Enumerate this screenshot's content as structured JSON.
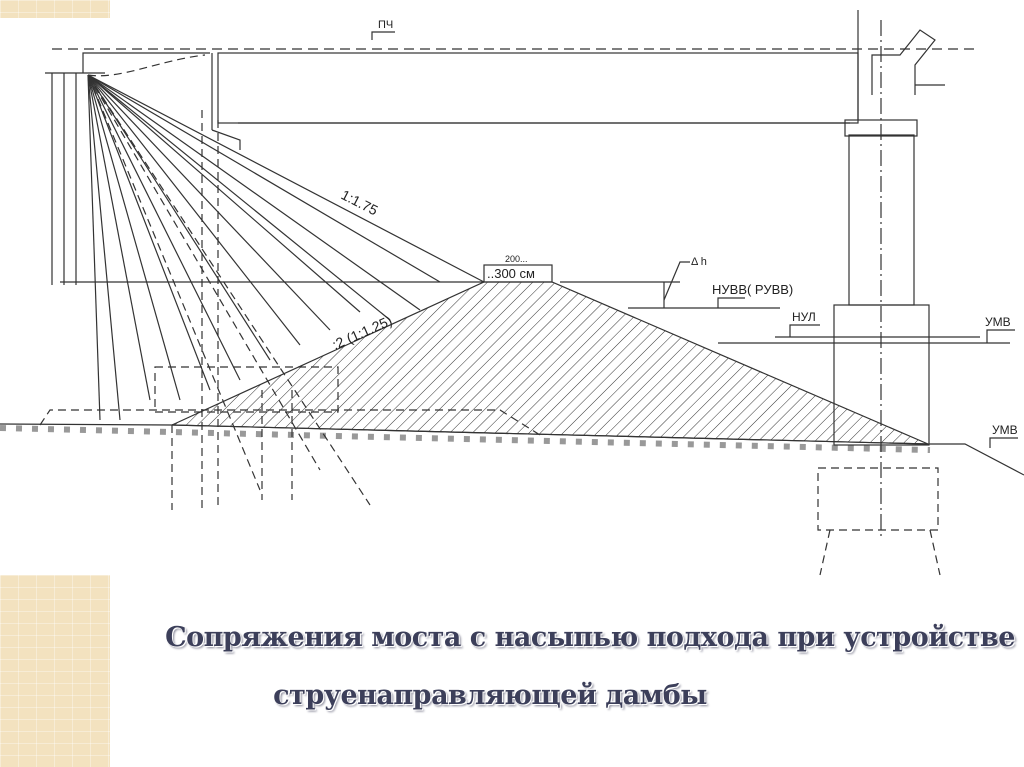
{
  "diagram": {
    "labels": {
      "pch": "ПЧ",
      "slope_175": "1:1.75",
      "slope_2": ":2 (1:1.25)",
      "width_top": "200...",
      "width_bottom": "..300 см",
      "delta_h": "Δ h",
      "nuvv": "НУВВ( РУВВ)",
      "nul": "НУЛ",
      "umv_1": "УМВ",
      "umv_2": "УМВ"
    }
  },
  "caption": {
    "line1": "Сопряжения моста с насыпью подхода при устройстве",
    "line2": "струенаправляющей дамбы"
  }
}
